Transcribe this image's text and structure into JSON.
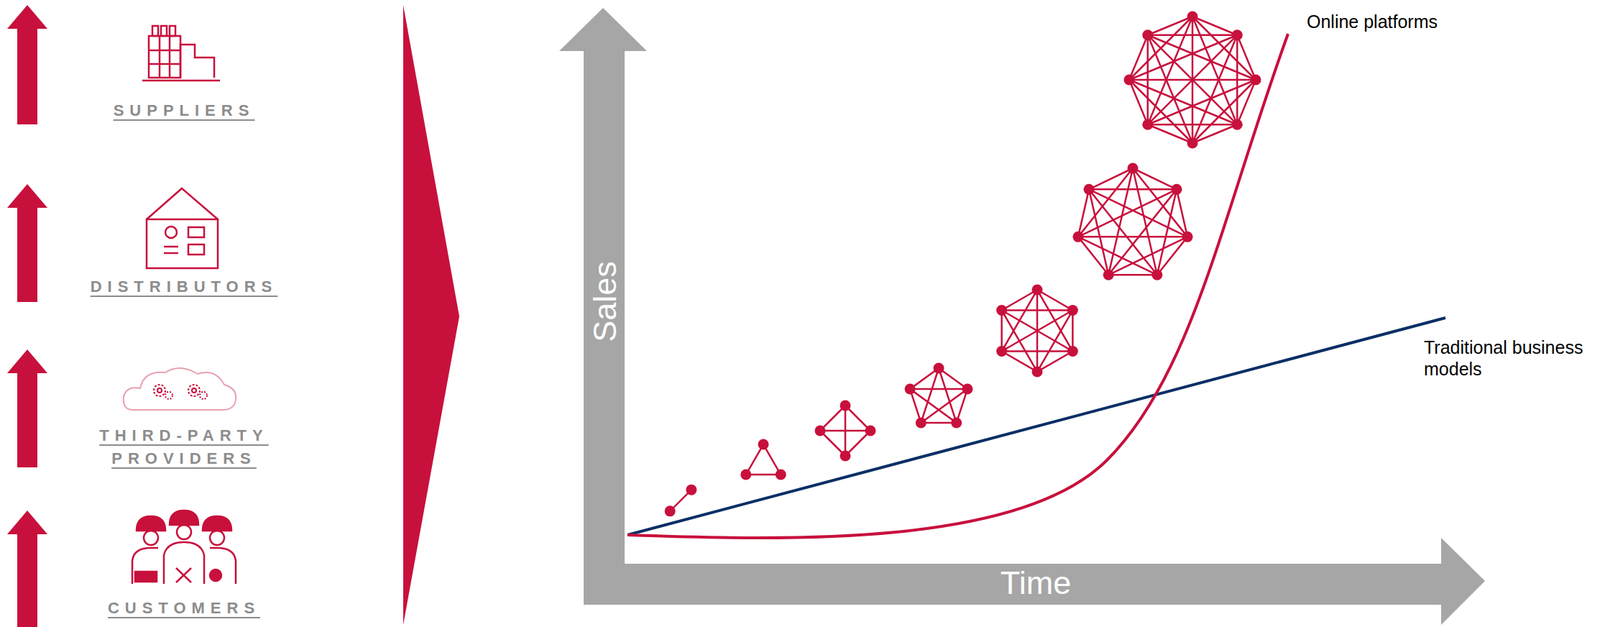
{
  "diagram": {
    "labels": [
      "SUPPLIERS",
      "DISTRIBUTORS",
      "THIRD-PARTY PROVIDERS",
      "CUSTOMERS",
      "Sales",
      "Time",
      "Online platforms",
      "Traditional business models"
    ]
  }
}
